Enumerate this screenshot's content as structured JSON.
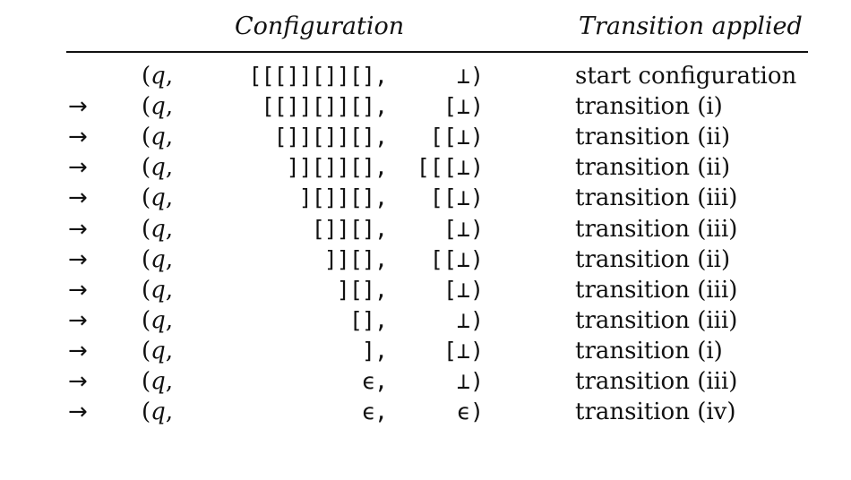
{
  "header": {
    "configuration": "Configuration",
    "transition": "Transition applied"
  },
  "rows": [
    {
      "arrow": "",
      "state": "q",
      "input": "[[[]][]][],",
      "stack": "⊥)",
      "transition": "start configuration"
    },
    {
      "arrow": "→",
      "state": "q",
      "input": "[[]][]][],",
      "stack": "[⊥)",
      "transition": "transition (i)"
    },
    {
      "arrow": "→",
      "state": "q",
      "input": "[]][]][],",
      "stack": "[[⊥)",
      "transition": "transition (ii)"
    },
    {
      "arrow": "→",
      "state": "q",
      "input": "]][]][],",
      "stack": "[[[⊥)",
      "transition": "transition (ii)"
    },
    {
      "arrow": "→",
      "state": "q",
      "input": "][]][],",
      "stack": "[[⊥)",
      "transition": "transition (iii)"
    },
    {
      "arrow": "→",
      "state": "q",
      "input": "[]][],",
      "stack": "[⊥)",
      "transition": "transition (iii)"
    },
    {
      "arrow": "→",
      "state": "q",
      "input": "]][],",
      "stack": "[[⊥)",
      "transition": "transition (ii)"
    },
    {
      "arrow": "→",
      "state": "q",
      "input": "][],",
      "stack": "[⊥)",
      "transition": "transition (iii)"
    },
    {
      "arrow": "→",
      "state": "q",
      "input": "[],",
      "stack": "⊥)",
      "transition": "transition (iii)"
    },
    {
      "arrow": "→",
      "state": "q",
      "input": "],",
      "stack": "[⊥)",
      "transition": "transition (i)"
    },
    {
      "arrow": "→",
      "state": "q",
      "input": "ϵ,",
      "stack": "⊥)",
      "transition": "transition (iii)"
    },
    {
      "arrow": "→",
      "state": "q",
      "input": "ϵ,",
      "stack": "ϵ)",
      "transition": "transition (iv)"
    }
  ]
}
